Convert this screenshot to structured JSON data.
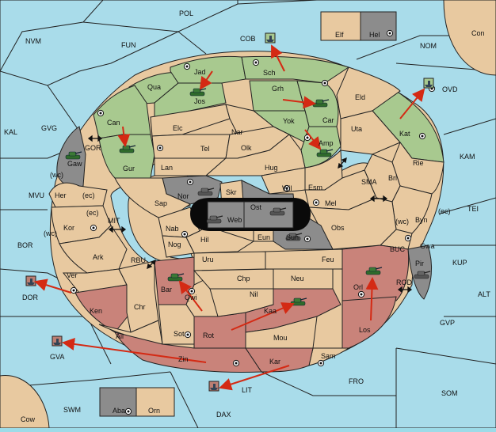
{
  "colors": {
    "sea": "#a9dcea",
    "neutral_land": "#e8c9a0",
    "green_power": "#a8c98f",
    "red_power": "#c9837a",
    "grey_power": "#8c8c8c",
    "order_arrow": "#d42a14"
  },
  "icons": {
    "supply_center": "supply-center-icon",
    "army": "tank-icon",
    "fleet": "ship-icon",
    "bicoastal_link": "double-arrow-icon"
  },
  "provinces": {
    "POL": "POL",
    "FUN": "FUN",
    "COB": "COB",
    "NVM": "NVM",
    "NOM": "NOM",
    "Elf": "Elf",
    "Hel": "Hel",
    "Con": "Con",
    "OVD": "OVD",
    "KAL": "KAL",
    "GVG": "GVG",
    "GOR": "GOR",
    "Gaw": "Gaw",
    "KAM": "KAM",
    "TEI": "TEI",
    "SMA": "SMA",
    "MVU": "MVU",
    "MIT": "MIT",
    "BOR": "BOR",
    "RBU": "RBU",
    "BUC": "BUC",
    "KUP": "KUP",
    "ROD": "ROD",
    "ALT": "ALT",
    "GVP": "GVP",
    "DOR": "DOR",
    "GVA": "GVA",
    "LIT": "LIT",
    "FRO": "FRO",
    "SOM": "SOM",
    "SWM": "SWM",
    "DAX": "DAX",
    "Cow": "Cow",
    "Aba": "Aba",
    "Orn": "Orn",
    "Qua": "Qua",
    "Jad": "Jad",
    "Jos": "Jos",
    "Sch": "Sch",
    "Grh": "Grh",
    "Car": "Car",
    "Yok": "Yok",
    "Amp": "Amp",
    "Eld": "Eld",
    "Kat": "Kat",
    "Uta": "Uta",
    "Rie": "Rie",
    "Bri": "Bri",
    "Byn": "Byn",
    "Gwa": "Gwa",
    "Pir": "Pir",
    "Can": "Can",
    "Gur": "Gur",
    "Elc": "Elc",
    "Nar": "Nar",
    "Tel": "Tel",
    "Olk": "Olk",
    "Lan": "Lan",
    "Hug": "Hug",
    "Wil": "Wil",
    "Esm": "Esm",
    "Nor": "Nor",
    "Skr": "Skr",
    "Ost": "Ost",
    "Web": "Web",
    "Mel": "Mel",
    "Sap": "Sap",
    "Her": "Her",
    "Kor": "Kor",
    "Nab": "Nab",
    "Eun": "Eun",
    "Sun": "Sun",
    "Obs": "Obs",
    "Hil": "Hil",
    "Nog": "Nog",
    "Ark": "Ark",
    "Uru": "Uru",
    "Feu": "Feu",
    "Ver": "Ver",
    "Chp": "Chp",
    "Neu": "Neu",
    "Orl": "Orl",
    "Bar": "Bar",
    "Qwi": "Qwi",
    "Nil": "Nil",
    "Ken": "Ken",
    "Chr": "Chr",
    "Kaa": "Kaa",
    "Los": "Los",
    "Ail": "Ail",
    "Sot": "Sot",
    "Rot": "Rot",
    "Mou": "Mou",
    "Zin": "Zin",
    "Kar": "Kar",
    "Sam": "Sam"
  },
  "coasts": {
    "wc": "(wc)",
    "ec": "(ec)"
  }
}
